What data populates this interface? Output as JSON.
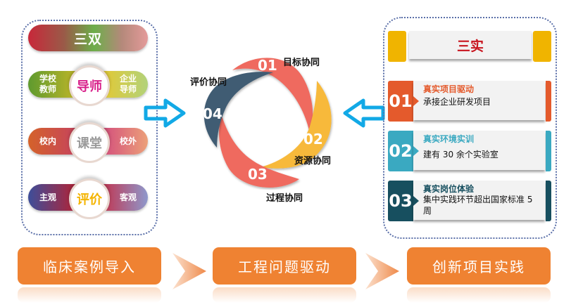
{
  "left_panel": {
    "title": "三双",
    "pills": [
      {
        "left": [
          "学校",
          "教师"
        ],
        "center": "导师",
        "right": [
          "企业",
          "导师"
        ],
        "center_color": "#d8208a"
      },
      {
        "left": [
          "校内"
        ],
        "center": "课堂",
        "right": [
          "校外"
        ],
        "center_color": "#9a9a9a"
      },
      {
        "left": [
          "主观"
        ],
        "center": "评价",
        "right": [
          "客观"
        ],
        "center_color": "#f4b400"
      }
    ]
  },
  "cycle": {
    "segments": [
      {
        "num": "01",
        "label": "目标协同",
        "color": "#ef6b5f"
      },
      {
        "num": "02",
        "label": "资源协同",
        "color": "#f7b93b"
      },
      {
        "num": "03",
        "label": "过程协同",
        "color": "#ef6b5f"
      },
      {
        "num": "04",
        "label": "评价协同",
        "color": "#3f5b73"
      }
    ]
  },
  "right_panel": {
    "title": "三实",
    "items": [
      {
        "num": "01",
        "title": "真实项目驱动",
        "desc": "承接企业研发项目",
        "color": "#e45a2c"
      },
      {
        "num": "02",
        "title": "真实环境实训",
        "desc": "建有 30 余个实验室",
        "color": "#3aa9c1"
      },
      {
        "num": "03",
        "title": "真实岗位体验",
        "desc": "集中实践环节超出国家标准 5 周",
        "color": "#174f5f"
      }
    ]
  },
  "process": {
    "steps": [
      "临床案例导入",
      "工程问题驱动",
      "创新项目实践"
    ]
  },
  "colors": {
    "arrow": "#12a9e6",
    "step": "#ef8232",
    "panel_border": "#5a6fa8"
  }
}
